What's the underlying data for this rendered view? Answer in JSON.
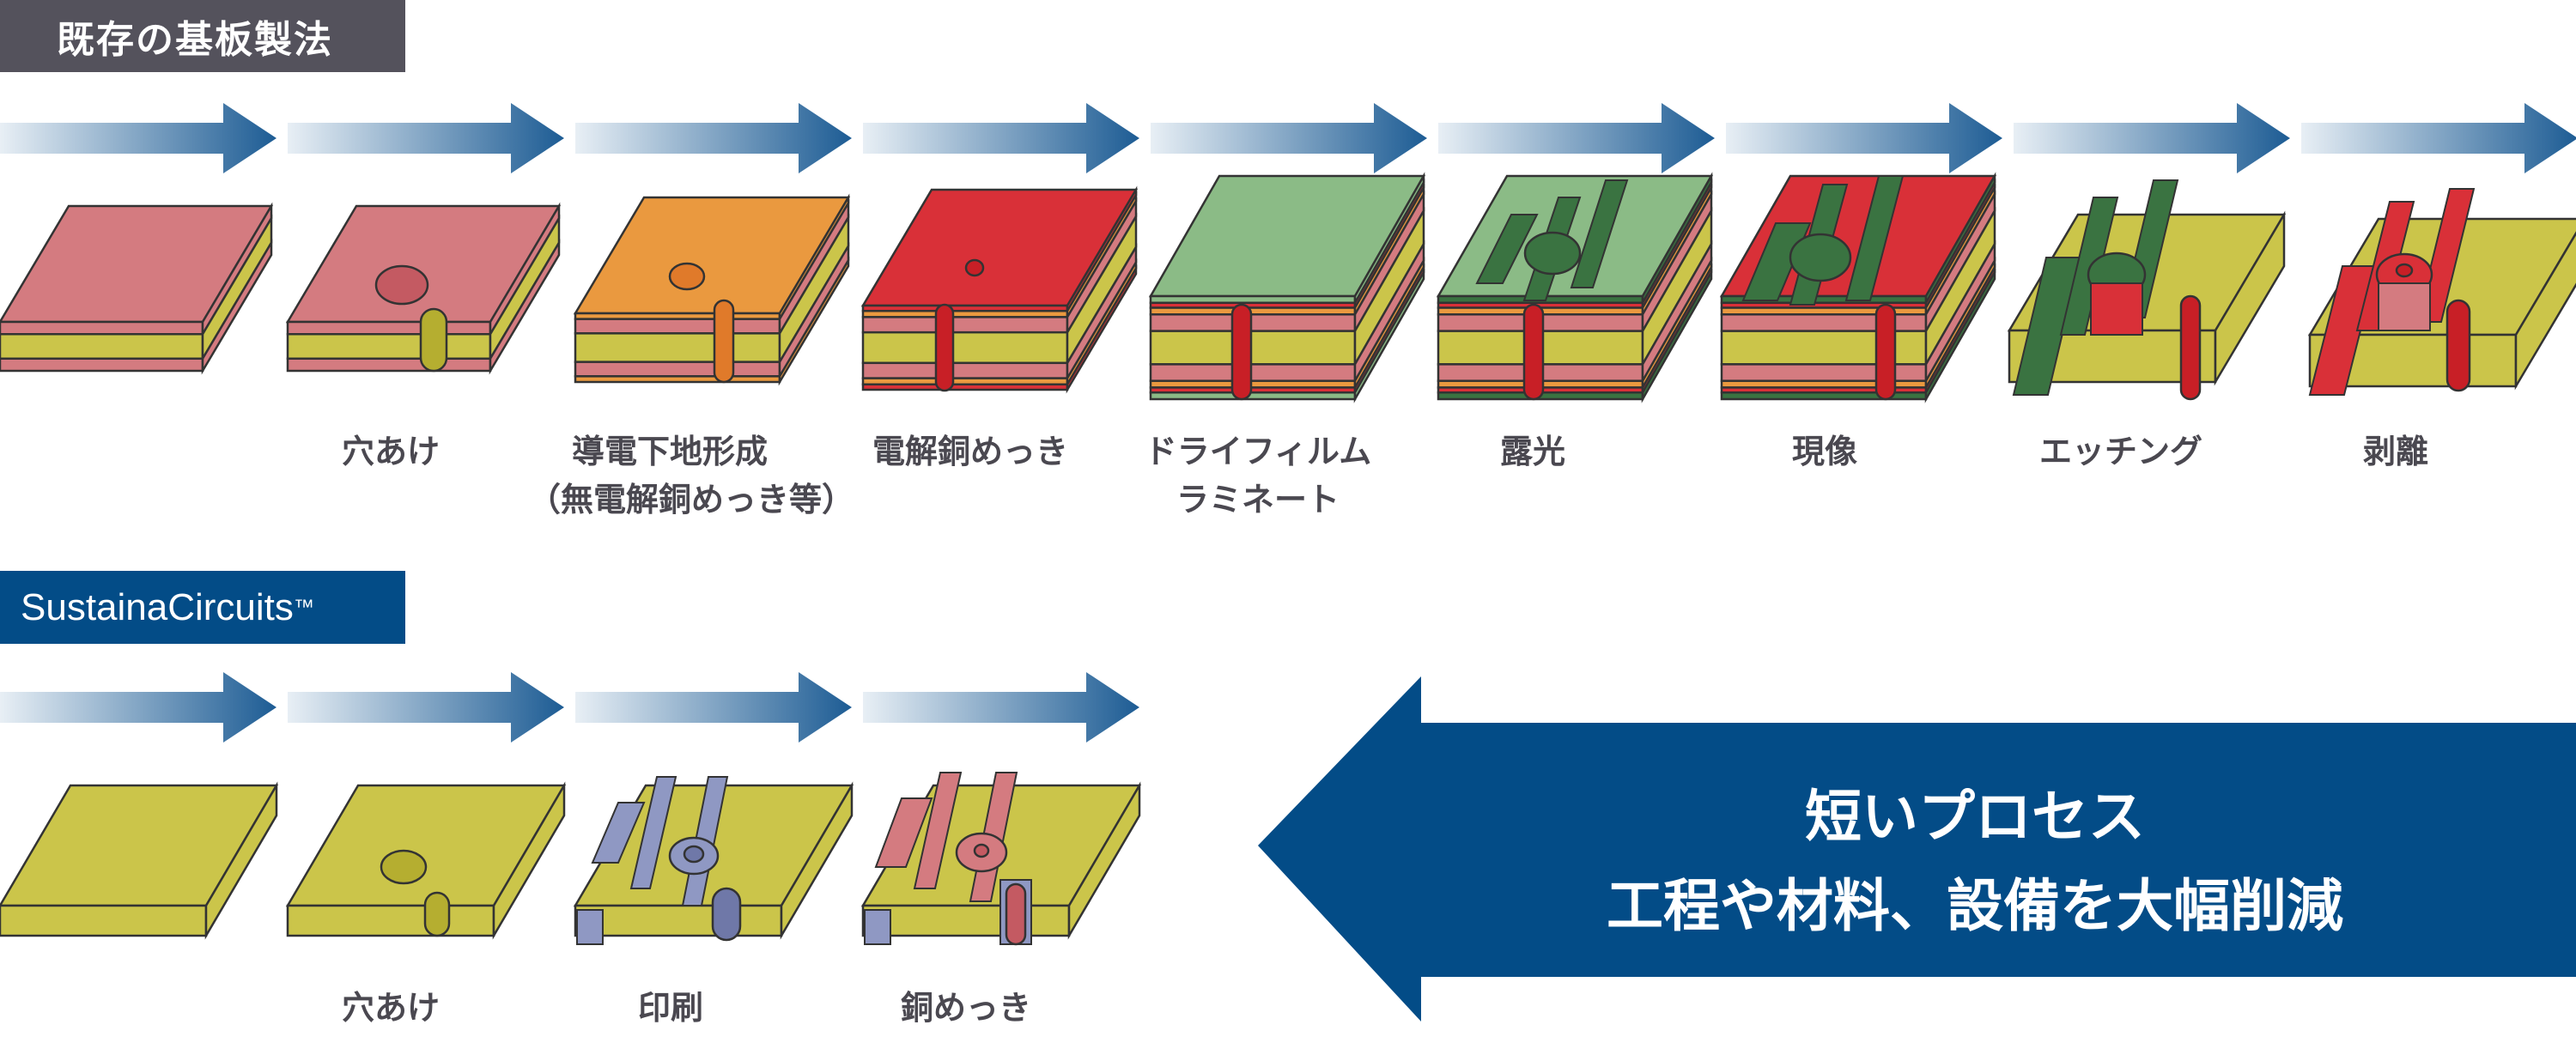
{
  "legacy_section": {
    "title": "既存の基板製法",
    "steps": [
      {
        "label": "",
        "board": "base-laminate"
      },
      {
        "label": "穴あけ",
        "board": "drilled-laminate"
      },
      {
        "label": "導電下地形成\n（無電解銅めっき等）",
        "line1": "導電下地形成",
        "line2": "（無電解銅めっき等）",
        "board": "seed-layer"
      },
      {
        "label": "電解銅めっき",
        "board": "electroplated"
      },
      {
        "label": "ドライフィルム ラミネート",
        "line1": "ドライフィルム",
        "line2": "ラミネート",
        "board": "dry-film"
      },
      {
        "label": "露光",
        "board": "exposed"
      },
      {
        "label": "現像",
        "board": "developed"
      },
      {
        "label": "エッチング",
        "board": "etched"
      },
      {
        "label": "剥離",
        "board": "stripped"
      }
    ]
  },
  "sustaina_section": {
    "title": "SustainaCircuits",
    "trademark": "™",
    "steps": [
      {
        "label": "",
        "board": "base-substrate"
      },
      {
        "label": "穴あけ",
        "board": "drilled-substrate"
      },
      {
        "label": "印刷",
        "board": "printed-circuit"
      },
      {
        "label": "銅めっき",
        "board": "copper-plated"
      }
    ]
  },
  "callout": {
    "line1": "短いプロセス",
    "line2": "工程や材料、設備を大幅削減"
  },
  "colors": {
    "legacy_badge": "#54525c",
    "sustaina_badge": "#034c87",
    "callout_arrow": "#034c87",
    "arrow_start": "#e8eff5",
    "arrow_end": "#1d5c94",
    "laminate_pink": "#d47b80",
    "core_yellow": "#cbc54a",
    "seed_orange": "#ea993f",
    "copper_red": "#d93038",
    "film_light_green": "#8bbb86",
    "film_dark_green": "#3a7341",
    "ink_blue": "#8f98c3",
    "outline": "#333333"
  }
}
